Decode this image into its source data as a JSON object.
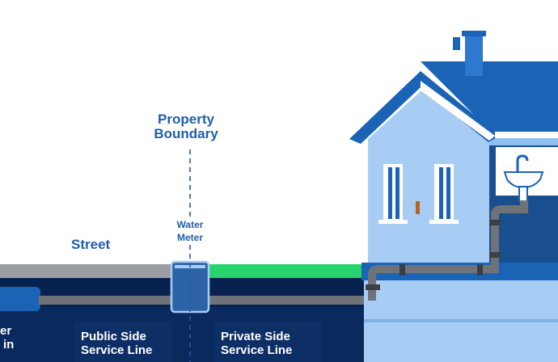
{
  "labels": {
    "property_boundary": [
      "Property",
      "Boundary"
    ],
    "water_meter": [
      "Water",
      "Meter"
    ],
    "street": "Street",
    "water_main": [
      "er",
      "in"
    ],
    "public_side": [
      "Public Side",
      "Service Line"
    ],
    "private_side": [
      "Private Side",
      "Service Line"
    ]
  },
  "colors": {
    "label_blue": "#1f5ea8",
    "ground_dark": "#07224f",
    "grass": "#27d36b",
    "pipe": "#6f7378",
    "house_wall": "#a8cdf5",
    "roof": "#1a63b5"
  }
}
